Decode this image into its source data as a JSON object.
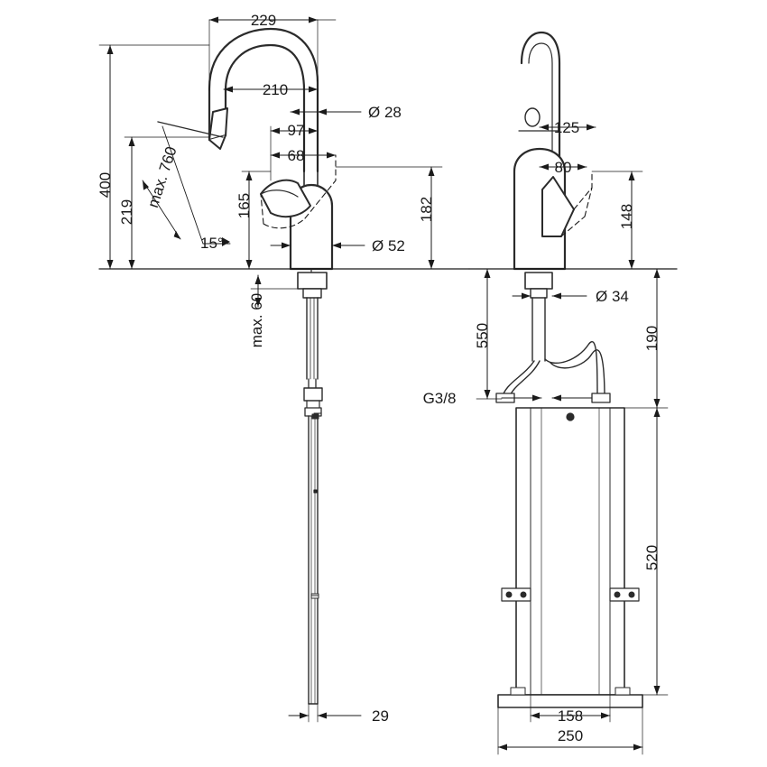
{
  "document": {
    "title": "Kitchen mixer technical drawing",
    "type": "dimensioned-product-drawing",
    "views": [
      "front-elevation",
      "side-elevation"
    ],
    "units": "mm"
  },
  "dimensions": {
    "d1": "229",
    "d2": "210",
    "d3": "Ø 28",
    "d4": "97",
    "d5": "68",
    "d6": "125",
    "d7": "80",
    "d8": "400",
    "d9": "219",
    "d10": "max. 760",
    "d11": "165",
    "d12": "182",
    "d13": "148",
    "d14": "15°",
    "d15": "Ø 52",
    "d16": "max. 60",
    "d17": "Ø 34",
    "d18": "550",
    "d19": "190",
    "d20": "G3/8",
    "d21": "520",
    "d22": "29",
    "d23": "158",
    "d24": "250"
  },
  "colors": {
    "line": "#1a1a1a",
    "product": "#2b2b2b",
    "background": "#ffffff",
    "hidden": "#1a1a1a"
  }
}
